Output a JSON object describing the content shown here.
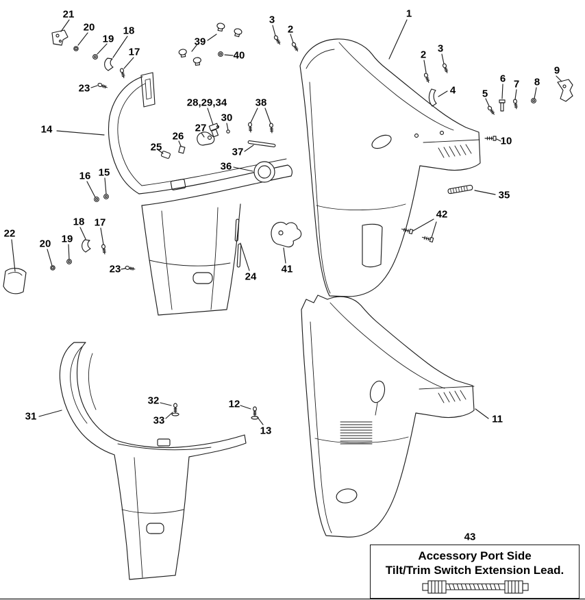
{
  "page": {
    "background": "#ffffff",
    "line_color": "#1c1c1c"
  },
  "diagram": {
    "description": "Exploded parts diagram - outboard engine lower covers, port side",
    "callouts": [
      {
        "label": "21"
      },
      {
        "label": "20"
      },
      {
        "label": "19"
      },
      {
        "label": "18"
      },
      {
        "label": "17"
      },
      {
        "label": "23"
      },
      {
        "label": "14"
      },
      {
        "label": "39"
      },
      {
        "label": "40"
      },
      {
        "label": "3"
      },
      {
        "label": "2"
      },
      {
        "label": "1"
      },
      {
        "label": "2"
      },
      {
        "label": "3"
      },
      {
        "label": "4"
      },
      {
        "label": "5"
      },
      {
        "label": "6"
      },
      {
        "label": "7"
      },
      {
        "label": "8"
      },
      {
        "label": "9"
      },
      {
        "label": "10"
      },
      {
        "label": "28,29,34"
      },
      {
        "label": "38"
      },
      {
        "label": "30"
      },
      {
        "label": "27"
      },
      {
        "label": "26"
      },
      {
        "label": "25"
      },
      {
        "label": "37"
      },
      {
        "label": "36"
      },
      {
        "label": "35"
      },
      {
        "label": "16"
      },
      {
        "label": "15"
      },
      {
        "label": "42"
      },
      {
        "label": "18"
      },
      {
        "label": "17"
      },
      {
        "label": "20"
      },
      {
        "label": "19"
      },
      {
        "label": "22"
      },
      {
        "label": "23"
      },
      {
        "label": "24"
      },
      {
        "label": "41"
      },
      {
        "label": "31"
      },
      {
        "label": "32"
      },
      {
        "label": "33"
      },
      {
        "label": "12"
      },
      {
        "label": "13"
      },
      {
        "label": "11"
      }
    ],
    "accessory_note": {
      "callout_label": "43",
      "line1": "Accessory Port Side",
      "line2": "Tilt/Trim Switch Extension Lead."
    }
  }
}
